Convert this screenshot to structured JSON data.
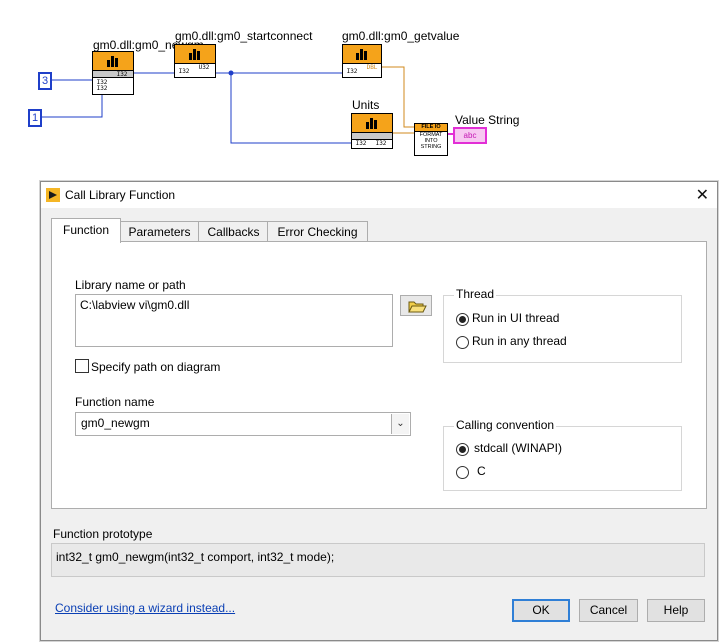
{
  "diagram": {
    "node_newgm": "gm0.dll:gm0_newgm",
    "node_startconnect": "gm0.dll:gm0_startconnect",
    "node_getvalue": "gm0.dll:gm0_getvalue",
    "node_units": "Units",
    "const_3": "3",
    "const_1": "1",
    "format_node": {
      "header": "FILE IO",
      "line1": "FORMAT",
      "line2": "INTO",
      "line3": "STRING"
    },
    "output_label": "Value String",
    "indicator_text": "abc",
    "terminals": {
      "i32": "I32",
      "u32": "U32",
      "dbl": "DBL"
    },
    "colors": {
      "wire_blue": "#1f3fc9",
      "wire_orange": "#d08a1c",
      "wire_pink": "#e22fd6",
      "vi_header": "#f5a31a"
    }
  },
  "dialog": {
    "title": "Call Library Function",
    "close_icon": "close-icon",
    "tabs": [
      "Function",
      "Parameters",
      "Callbacks",
      "Error Checking"
    ],
    "library_label": "Library name or path",
    "library_value": "C:\\labview vi\\gm0.dll",
    "specify_path_label": "Specify path on diagram",
    "function_name_label": "Function name",
    "function_name_value": "gm0_newgm",
    "thread": {
      "title": "Thread",
      "options": [
        "Run in UI thread",
        "Run in any thread"
      ],
      "selected": "Run in UI thread"
    },
    "calling_convention": {
      "title": "Calling convention",
      "options": [
        "stdcall (WINAPI)",
        "C"
      ],
      "selected": "stdcall (WINAPI)"
    },
    "prototype_label": "Function prototype",
    "prototype_value": "int32_t gm0_newgm(int32_t comport, int32_t mode);",
    "wizard_link": "Consider using a wizard instead...",
    "buttons": {
      "ok": "OK",
      "cancel": "Cancel",
      "help": "Help"
    }
  }
}
